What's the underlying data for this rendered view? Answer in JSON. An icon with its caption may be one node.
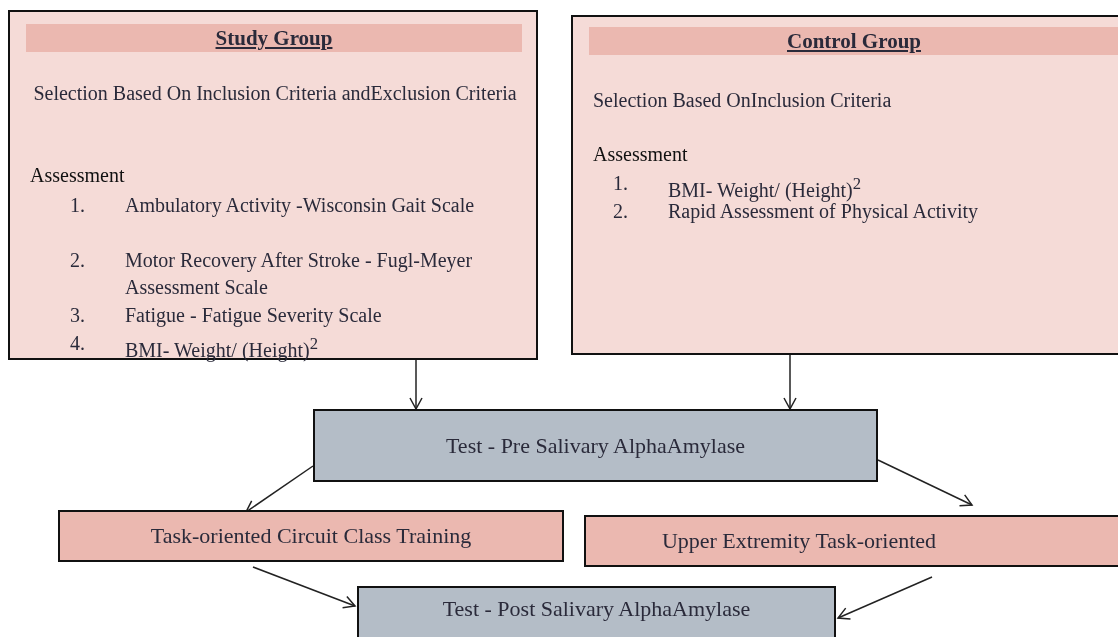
{
  "diagram": {
    "nodes": [
      {
        "text": [
          "Study Group",
          "Selection Based On Inclusion Criteria andExclusion Criteria",
          "Assessment",
          "1. Ambulatory Activity -Wisconsin Gait Scale",
          "2. Motor Recovery After Stroke - Fugl-Meyer Assessment Scale",
          "3. Fatigue - Fatigue Severity Scale",
          "4. BMI- Weight/ (Height)$^{2}$"
        ]
      },
      {
        "text": [
          "Control Group",
          "Selection Based OnInclusion Criteria",
          "Assessment",
          "1. BMI- Weight/ (Height)$^{2}$",
          "2. Rapid Assessment of Physical Activity"
        ]
      },
      {
        "text": [
          "Test - Pre Salivary AlphaAmylase"
        ]
      },
      {
        "text": [
          "Task-oriented Circuit Class Training"
        ]
      },
      {
        "text": [
          "Upper Extremity Task-oriented"
        ]
      },
      {
        "text": [
          "Test - Post Salivary AlphaAmylase"
        ]
      }
    ],
    "edges": [
      {
        "from": 0,
        "to": 2,
        "arrow": "to"
      },
      {
        "from": 1,
        "to": 2,
        "arrow": "to"
      },
      {
        "from": 2,
        "to": 3,
        "arrow": "to"
      },
      {
        "from": 2,
        "to": 4,
        "arrow": "to"
      },
      {
        "from": 3,
        "to": 5,
        "arrow": "to"
      },
      {
        "from": 4,
        "to": 5,
        "arrow": "to"
      }
    ]
  }
}
